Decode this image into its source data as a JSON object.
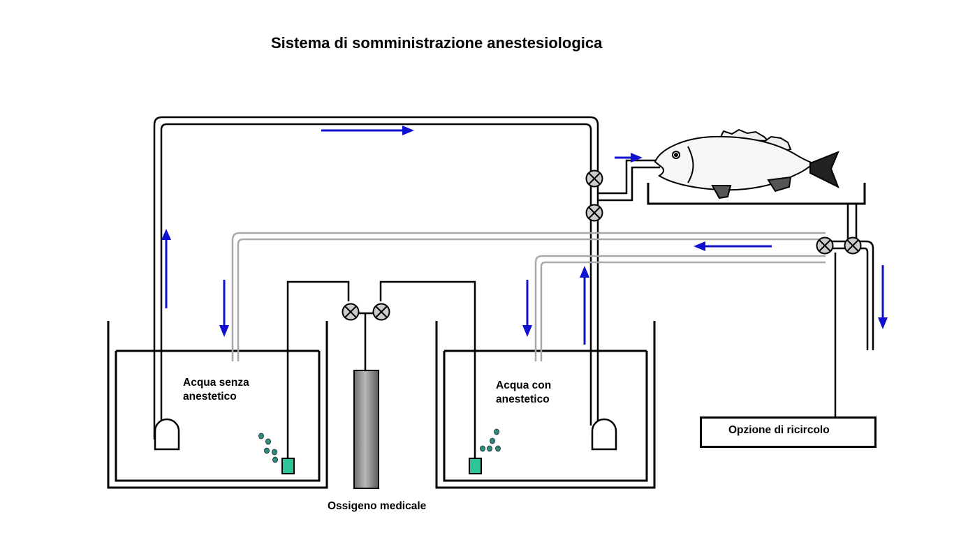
{
  "title": "Sistema di somministrazione anestesiologica",
  "labels": {
    "left_tank": "Acqua senza\nanestetico",
    "right_tank": "Acqua con\nanestetico",
    "oxygen": "Ossigeno medicale",
    "recirculation": "Opzione di ricircolo"
  },
  "colors": {
    "flow_arrow": "#1010d0",
    "pipe": "#000000",
    "return_pipe": "#a9a9a9",
    "valve_fill": "#cccccc",
    "diffuser": "#2ec49a",
    "bubble": "#2e8b7a",
    "oxygen_cylinder": "#8c8c8c"
  }
}
